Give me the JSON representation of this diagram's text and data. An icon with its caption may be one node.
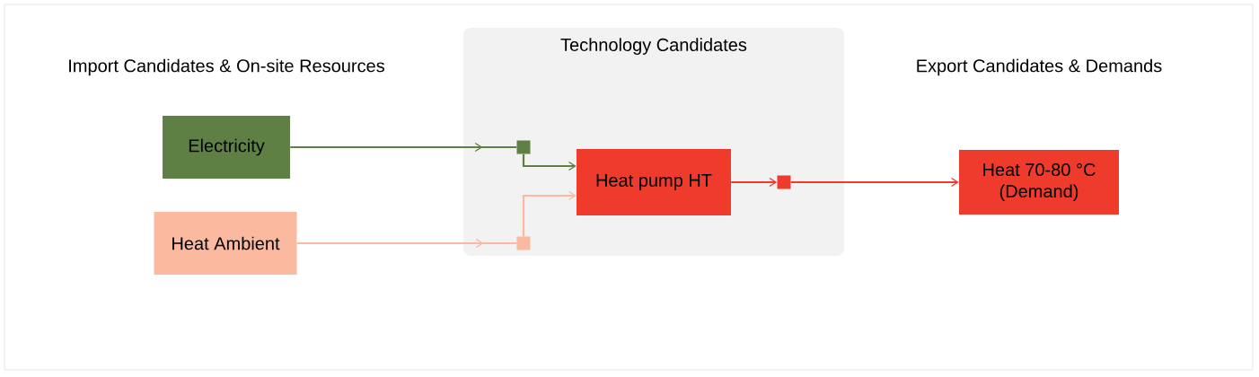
{
  "diagram": {
    "nodes": [
      {
        "text": [
          "Electricity"
        ]
      },
      {
        "text": [
          "Heat Ambient"
        ]
      },
      {
        "text": [
          "Technology Candidates"
        ]
      },
      {
        "text": [],
        "shape": "box",
        "in": 2
      },
      {
        "text": [],
        "shape": "box",
        "in": 2
      },
      {
        "text": [
          "Heat pump HT"
        ],
        "in": 2
      },
      {
        "text": [],
        "shape": "box",
        "in": 2
      },
      {
        "text": [
          "Heat 70-80 °C (Demand)"
        ]
      }
    ],
    "edges": [
      {
        "from": 0,
        "to": 3,
        "arrow": "to",
        "color": "#5e8045"
      },
      {
        "from": 3,
        "to": 5,
        "arrow": "to",
        "color": "#5e8045"
      },
      {
        "from": 1,
        "to": 4,
        "arrow": "to",
        "color": "#fbb9a0"
      },
      {
        "from": 4,
        "to": 5,
        "arrow": "to",
        "color": "#fbb9a0"
      },
      {
        "from": 5,
        "to": 6,
        "arrow": "to",
        "color": "#ee3b2c"
      },
      {
        "from": 6,
        "to": 7,
        "arrow": "to",
        "color": "#ee3b2c"
      }
    ],
    "labels": [
      "Import Candidates & On-site Resources",
      "Export Candidates & Demands"
    ]
  }
}
